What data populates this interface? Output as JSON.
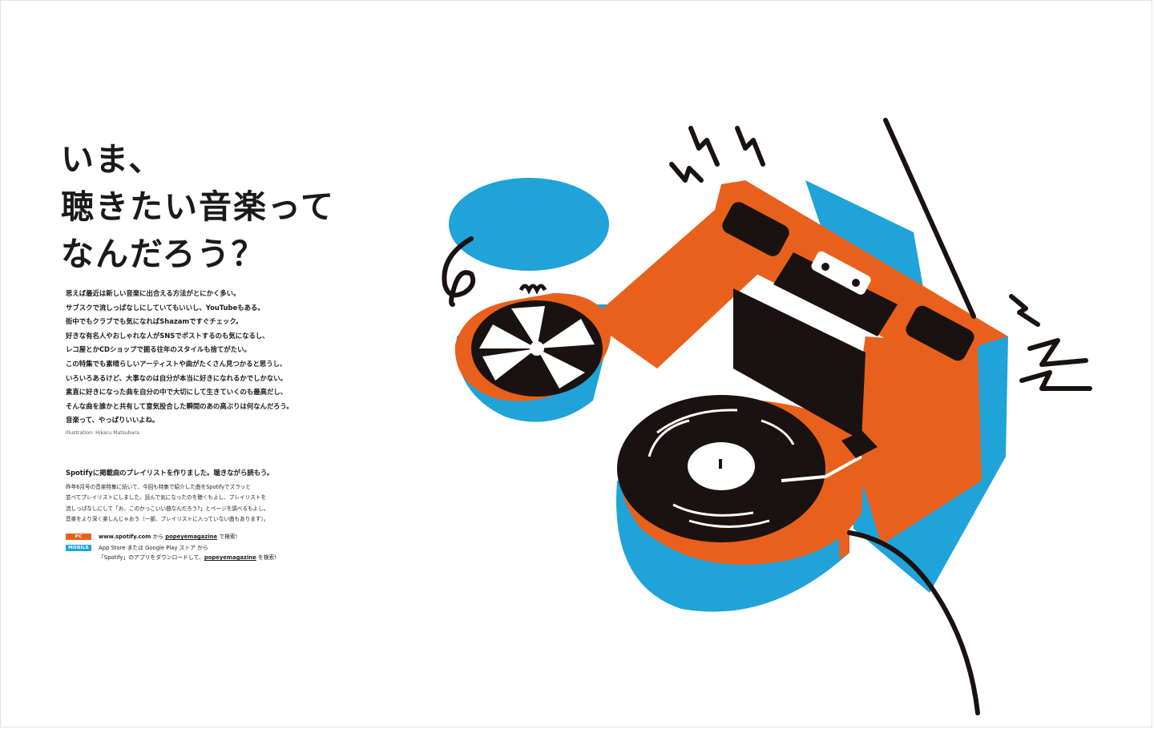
{
  "headline": {
    "lines": [
      "いま、",
      "聴きたい音楽って",
      "なんだろう？"
    ]
  },
  "body": {
    "lines": [
      "思えば最近は新しい音楽に出合える方法がとにかく多い。",
      "サブスクで流しっぱなしにしていてもいいし、YouTubeもある。",
      "街中でもクラブでも気になればShazamですぐチェック。",
      "好きな有名人やおしゃれな人がSNSでポストするのも気になるし、",
      "レコ屋とかCDショップで掘る往年のスタイルも捨てがたい。",
      "この特集でも素晴らしいアーティストや曲がたくさん見つかると思うし、",
      "いろいろあるけど、大事なのは自分が本当に好きになれるかでしかない。",
      "素直に好きになった曲を自分の中で大切にして生きていくのも最高だし、",
      "そんな曲を誰かと共有して意気投合した瞬間のあの高ぶりは何なんだろう。",
      "音楽って、やっぱりいいよね。"
    ],
    "credit": "Illustration: Hikaru Matsubara"
  },
  "spotify": {
    "title": "Spotifyに掲載曲のプレイリストを作りました。聴きながら読もう。",
    "lines": [
      "昨年6月号の音楽特集に続いて、今回も特集で紹介した曲をSpotifyでズラッと",
      "並べてプレイリストにしました。読んで気になったのを聴くもよし、プレイリストを",
      "流しっぱなしにして「お、このかっこいい曲なんだろう?」とページを調べるもよし。",
      "音楽をより深く楽しんじゃおう（一部、プレイリストに入っていない曲もあります）。"
    ],
    "pc": {
      "tag": "PC",
      "url": "www.spotify.com",
      "from": " から ",
      "account": "popeyemagazine",
      "suffix": " で検索!"
    },
    "mobile": {
      "tag": "MOBILE",
      "line1": "App Store または Google Play ストア から",
      "line2_pre": "「Spotify」のアプリをダウンロードして、",
      "account": "popeyemagazine",
      "line2_post": " を検索!"
    }
  },
  "colors": {
    "orange": "#e8601c",
    "blue": "#1fa3d9",
    "ink": "#1a1210"
  },
  "illustration": {
    "subject": "music-note-shaped-stereo-icon"
  }
}
